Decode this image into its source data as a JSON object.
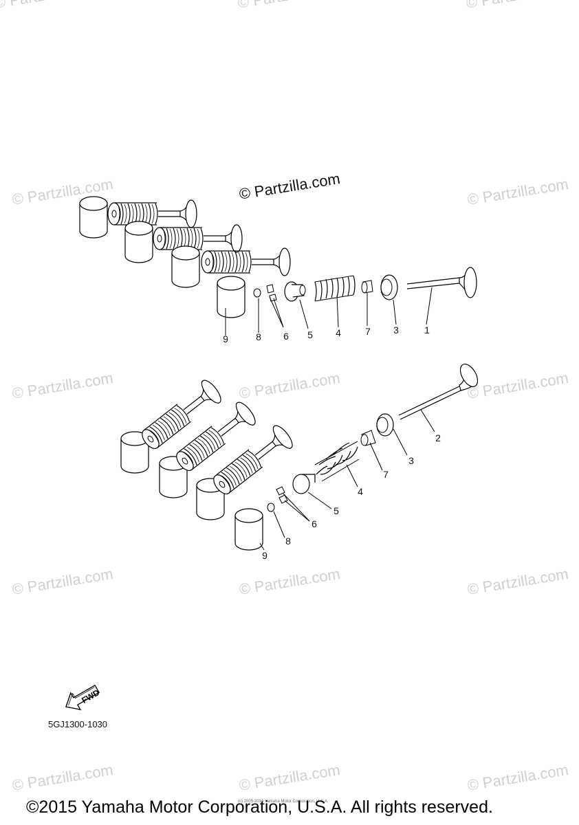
{
  "watermark": {
    "text": "© Partzilla.com",
    "main_text": "© Partzilla.com"
  },
  "callouts_upper": [
    "9",
    "8",
    "6",
    "5",
    "4",
    "7",
    "3",
    "1"
  ],
  "callouts_lower": [
    "2",
    "3",
    "7",
    "4",
    "5",
    "6",
    "8",
    "9"
  ],
  "fwd_label": "FWD",
  "diagram_code": "5GJ1300-1030",
  "fine_print": "(c) 2005-2016 Yamaha Motor Corporation, U.S.A.",
  "copyright": "©2015 Yamaha Motor Corporation, U.S.A. All rights reserved."
}
